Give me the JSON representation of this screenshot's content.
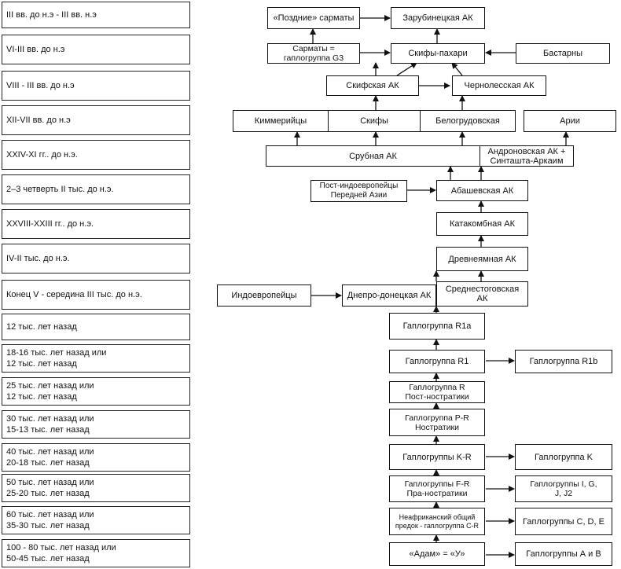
{
  "periods": [
    "III вв. до н.э - III вв. н.э",
    "VI-III вв. до н.э",
    "VIII - III вв. до н.э",
    "XII-VII вв. до н.э",
    "XXIV-XI гг.. до н.э.",
    "2–3 четверть II тыс. до н.э.",
    "XXVIII-XXIII гг.. до н.э.",
    "IV-II тыс. до н.э.",
    "Конец V - середина III тыс. до н.э.",
    "12 тыс. лет назад",
    "18-16 тыс. лет назад или\n12 тыс. лет назад",
    "25 тыс. лет назад или\n12 тыс. лет назад",
    "30 тыс. лет назад или\n15-13 тыс. лет назад",
    "40 тыс. лет назад или\n20-18 тыс. лет назад",
    "50 тыс. лет назад или\n25-20 тыс. лет назад",
    "60 тыс. лет назад или\n35-30 тыс. лет назад",
    "100 - 80 тыс. лет назад или\n50-45 тыс. лет назад"
  ],
  "nodes": {
    "late_sarmatians": "«Поздние» сарматы",
    "zarubintsy": "Зарубинецкая АК",
    "sarmatians_g3": "Сарматы =\nгаплогруппа G3",
    "scythian_ploughmen": "Скифы-пахари",
    "bastarnae": "Бастарны",
    "scythian_ac": "Скифская АК",
    "chernoles": "Чернолесская АК",
    "cimmerians": "Киммерийцы",
    "scythians": "Скифы",
    "belogrudovka": "Белогрудовская",
    "aryans": "Арии",
    "srubnaya": "Срубная АК",
    "andronovo": "Андроновская АК +\nСинташта-Аркаим",
    "post_ie": "Пост-индоевропейцы\nПередней Азии",
    "abashevo": "Абашевская АК",
    "catacomb": "Катакомбная АК",
    "yamnaya": "Древнеямная АК",
    "indoeuropeans": "Индоевропейцы",
    "dnieper_donets": "Днепро-донецкая АК",
    "srednestog": "Среднестоговская\nАК",
    "r1a": "Гаплогруппа R1a",
    "r1": "Гаплогруппа R1",
    "r1b": "Гаплогруппа R1b",
    "r": "Гаплогруппа R\nПост-ностратики",
    "pr": "Гаплогруппа P-R\nНостратики",
    "kr": "Гаплогруппы K-R",
    "k": "Гаплогруппа K",
    "fr": "Гаплогруппы F-R\nПра-ностратики",
    "igj": "Гаплогруппы I, G,\nJ, J2",
    "cr": "Неафриканский общий\nпредок - гаплогруппа C-R",
    "cde": "Гаплогруппы C, D, E",
    "adam": "«Адам» = «У»",
    "ab": "Гаплогруппы А и В"
  }
}
